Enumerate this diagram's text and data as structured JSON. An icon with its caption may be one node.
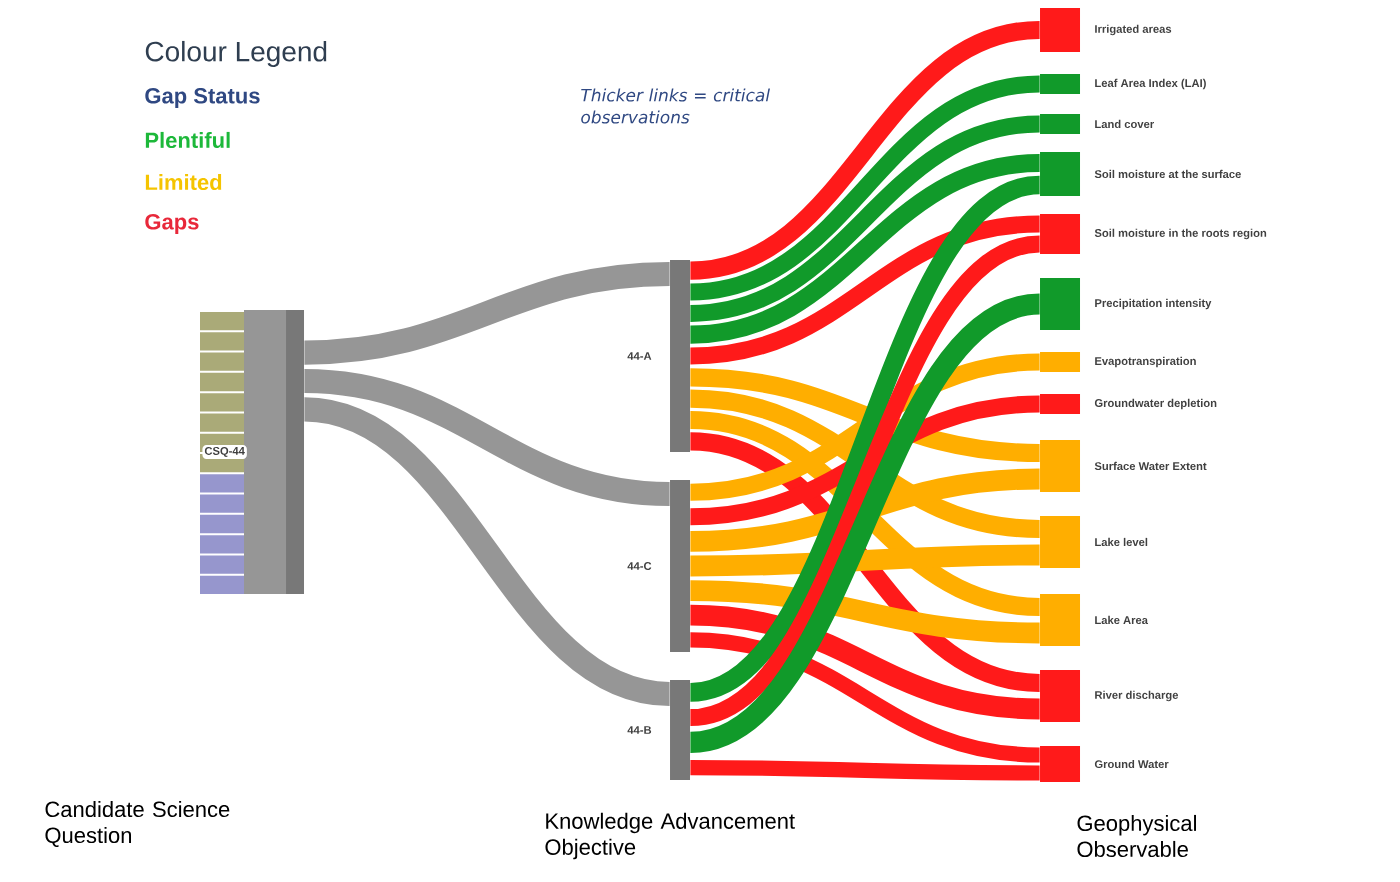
{
  "diagram": {
    "nodes": [
      {
        "text": [
          "CSQ-44"
        ]
      },
      {
        "text": [
          "44-A"
        ]
      },
      {
        "text": [
          "44-C"
        ]
      },
      {
        "text": [
          "44-B"
        ]
      },
      {
        "text": [
          "Irrigated areas"
        ]
      },
      {
        "text": [
          "Leaf Area Index (LAI)"
        ]
      },
      {
        "text": [
          "Land cover"
        ]
      },
      {
        "text": [
          "Soil moisture at the surface"
        ]
      },
      {
        "text": [
          "Soil moisture in the roots region"
        ]
      },
      {
        "text": [
          "Precipitation intensity"
        ]
      },
      {
        "text": [
          "Evapotranspiration"
        ]
      },
      {
        "text": [
          "Groundwater depletion"
        ]
      },
      {
        "text": [
          "Surface Water Extent"
        ]
      },
      {
        "text": [
          "Lake level"
        ]
      },
      {
        "text": [
          "Lake Area"
        ]
      },
      {
        "text": [
          "River discharge"
        ]
      },
      {
        "text": [
          "Ground Water"
        ]
      }
    ],
    "edges": [
      {
        "from": 0,
        "to": 1,
        "arrow": "none",
        "color": "#969696"
      },
      {
        "from": 0,
        "to": 2,
        "arrow": "none",
        "color": "#969696"
      },
      {
        "from": 0,
        "to": 3,
        "arrow": "none",
        "color": "#969696"
      },
      {
        "from": 1,
        "to": 4,
        "arrow": "none",
        "color": "#ff1a1a"
      },
      {
        "from": 1,
        "to": 5,
        "arrow": "none",
        "color": "#119a2a"
      },
      {
        "from": 1,
        "to": 6,
        "arrow": "none",
        "color": "#119a2a"
      },
      {
        "from": 1,
        "to": 7,
        "arrow": "none",
        "color": "#119a2a"
      },
      {
        "from": 1,
        "to": 8,
        "arrow": "none",
        "color": "#ff1a1a"
      },
      {
        "from": 1,
        "to": 12,
        "arrow": "none",
        "color": "#ffae00"
      },
      {
        "from": 1,
        "to": 13,
        "arrow": "none",
        "color": "#ffae00"
      },
      {
        "from": 1,
        "to": 14,
        "arrow": "none",
        "color": "#ffae00"
      },
      {
        "from": 1,
        "to": 15,
        "arrow": "none",
        "color": "#ff1a1a"
      },
      {
        "from": 2,
        "to": 10,
        "arrow": "none",
        "color": "#ffae00"
      },
      {
        "from": 2,
        "to": 11,
        "arrow": "none",
        "color": "#ff1a1a"
      },
      {
        "from": 2,
        "to": 12,
        "arrow": "none",
        "color": "#ffae00"
      },
      {
        "from": 2,
        "to": 13,
        "arrow": "none",
        "color": "#ffae00"
      },
      {
        "from": 2,
        "to": 14,
        "arrow": "none",
        "color": "#ffae00"
      },
      {
        "from": 2,
        "to": 15,
        "arrow": "none",
        "color": "#ff1a1a"
      },
      {
        "from": 2,
        "to": 16,
        "arrow": "none",
        "color": "#ff1a1a"
      },
      {
        "from": 3,
        "to": 7,
        "arrow": "none",
        "color": "#119a2a"
      },
      {
        "from": 3,
        "to": 8,
        "arrow": "none",
        "color": "#ff1a1a"
      },
      {
        "from": 3,
        "to": 9,
        "arrow": "none",
        "color": "#119a2a"
      },
      {
        "from": 3,
        "to": 16,
        "arrow": "none",
        "color": "#ff1a1a"
      }
    ],
    "labels": [
      "Colour Legend",
      "Gap Status",
      "Thicker links = critical observations",
      "Candidate Science Question",
      "Knowledge Advancement Objective",
      "Geophysical Observable"
    ],
    "legend": [
      {
        "text": "Plentiful",
        "color": "#1db83a"
      },
      {
        "text": "Limited",
        "color": "#f5c400"
      },
      {
        "text": "Gaps",
        "color": "#e8283a"
      }
    ]
  }
}
